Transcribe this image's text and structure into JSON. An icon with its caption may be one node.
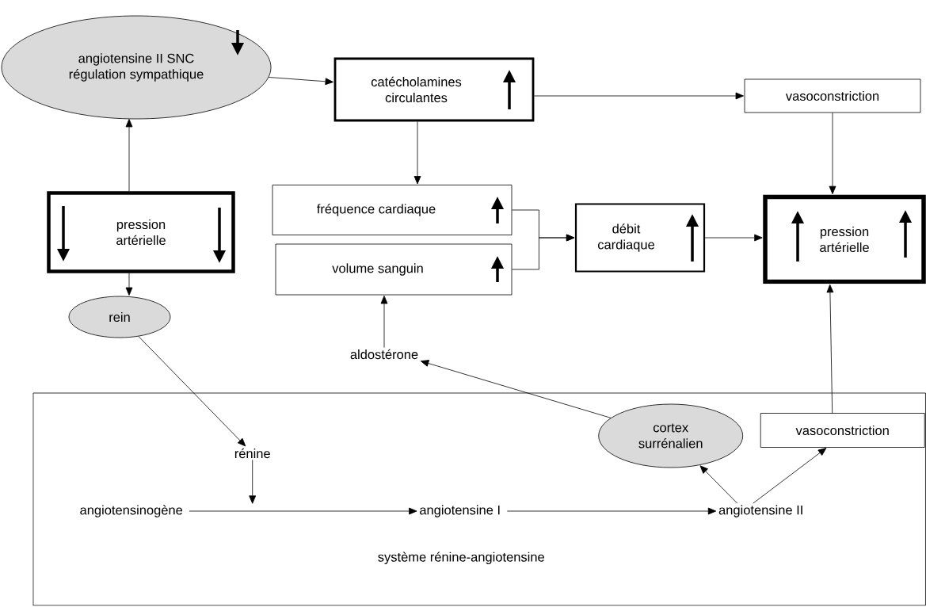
{
  "diagram": {
    "nodes": [
      {
        "text": [
          "angiotensine II SNC régulation sympathique"
        ]
      },
      {
        "text": [
          "catécholamines circulantes"
        ]
      },
      {
        "text": [
          "vasoconstriction"
        ]
      },
      {
        "text": [
          "fréquence cardiaque"
        ]
      },
      {
        "text": [
          "volume sanguin"
        ]
      },
      {
        "text": [
          "débit cardiaque"
        ]
      },
      {
        "text": [
          "pression artérielle"
        ]
      },
      {
        "text": [
          "pression artérielle"
        ]
      },
      {
        "text": [
          "rein"
        ]
      },
      {
        "text": [
          "aldostérone"
        ]
      },
      {
        "text": [
          "système rénine-angiotensine"
        ]
      },
      {
        "text": [
          "cortex surrénalien"
        ],
        "in": 10
      },
      {
        "text": [
          "vasoconstriction"
        ],
        "in": 10
      },
      {
        "text": [
          "rénine"
        ],
        "in": 10
      },
      {
        "text": [
          "angiotensinogène"
        ],
        "in": 10
      },
      {
        "text": [
          "angiotensine I"
        ],
        "in": 10
      },
      {
        "text": [
          "angiotensine II"
        ],
        "in": 10
      }
    ],
    "edges": [
      {
        "from": 0,
        "to": 1,
        "arrow": "to"
      },
      {
        "from": 1,
        "to": 2,
        "arrow": "to"
      },
      {
        "from": 1,
        "to": 3,
        "arrow": "to"
      },
      {
        "from": 2,
        "to": 7,
        "arrow": "to"
      },
      {
        "from": 3,
        "to": 5,
        "arrow": "to"
      },
      {
        "from": 4,
        "to": 5,
        "arrow": "to"
      },
      {
        "from": 5,
        "to": 7,
        "arrow": "to"
      },
      {
        "from": 6,
        "to": 0,
        "arrow": "to"
      },
      {
        "from": 6,
        "to": 8,
        "arrow": "to"
      },
      {
        "from": 8,
        "to": 13,
        "arrow": "to"
      },
      {
        "from": 9,
        "to": 4,
        "arrow": "to"
      },
      {
        "from": 11,
        "to": 9,
        "arrow": "to"
      },
      {
        "from": 16,
        "to": 11,
        "arrow": "to"
      },
      {
        "from": 16,
        "to": 12,
        "arrow": "to"
      },
      {
        "from": 12,
        "to": 7,
        "arrow": "to"
      },
      {
        "from": 14,
        "to": 15,
        "arrow": "to"
      },
      {
        "from": 15,
        "to": 16,
        "arrow": "to"
      },
      {
        "from": 13,
        "to": null,
        "arrow": "to"
      }
    ]
  }
}
